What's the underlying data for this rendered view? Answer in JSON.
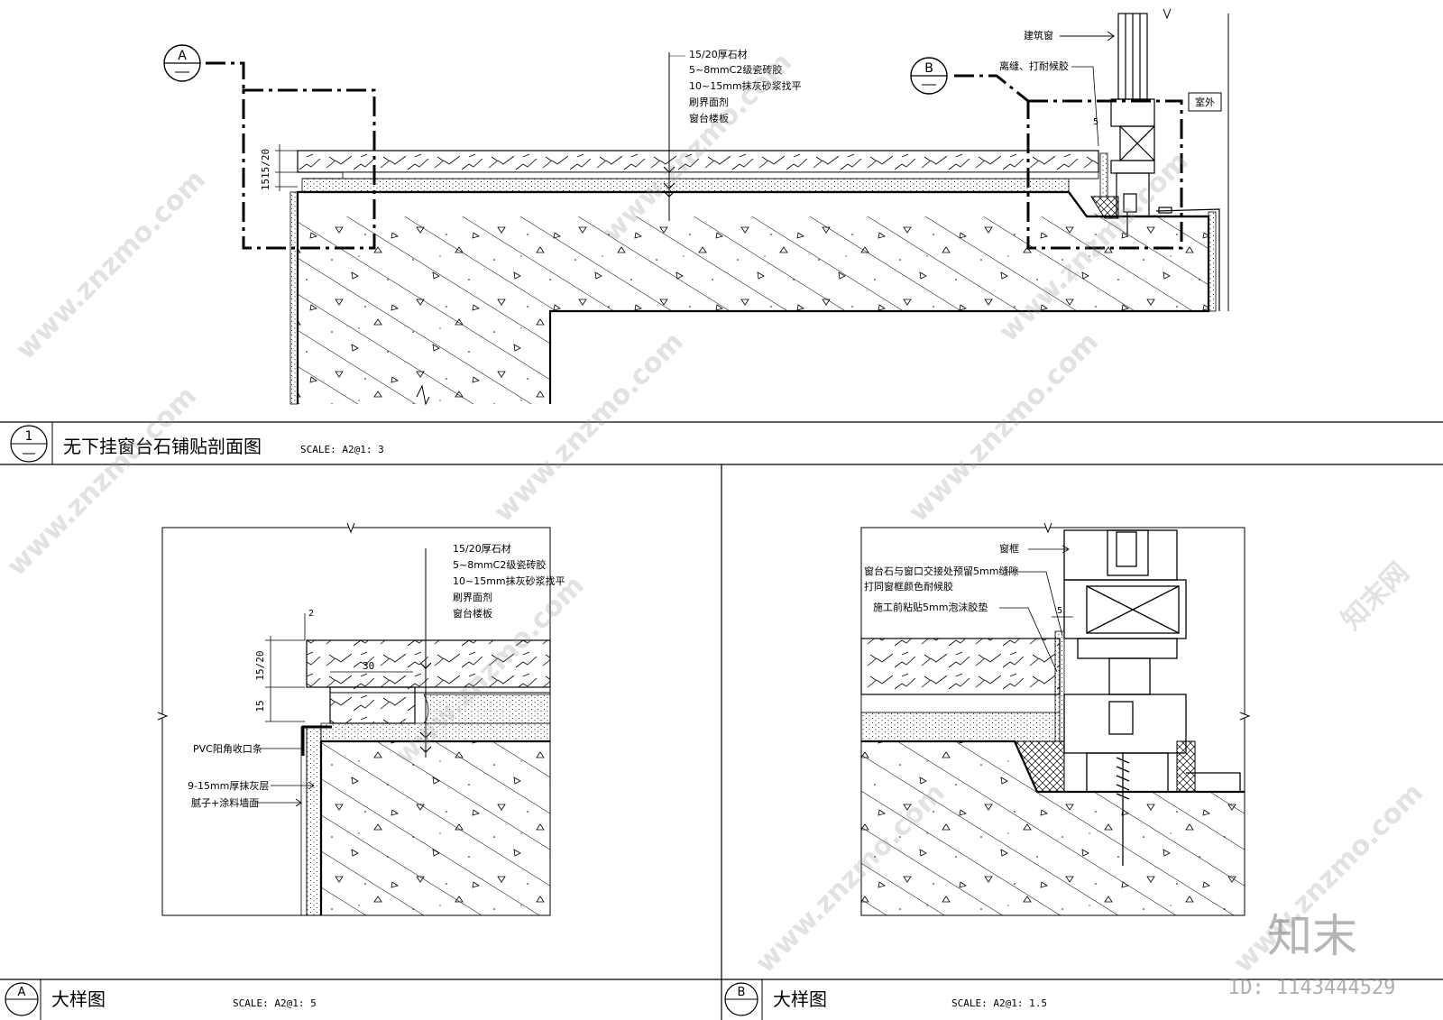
{
  "drawing1": {
    "marker_a": "A",
    "marker_b": "B",
    "labels": [
      "15/20厚石材",
      "5~8mmC2级瓷砖胶",
      "10~15mm抹灰砂浆找平",
      "刷界面剂",
      "窗台楼板"
    ],
    "dim_1515_20": "1515/20",
    "window_label": "建筑窗",
    "sealant_label": "离缝、打耐候胶",
    "outdoor_label": "室外",
    "gap_dim": "5",
    "title_no": "1",
    "title": "无下挂窗台石铺贴剖面图",
    "scale": "SCALE: A2@1: 3"
  },
  "detail_a": {
    "labels": [
      "15/20厚石材",
      "5~8mmC2级瓷砖胶",
      "10~15mm抹灰砂浆找平",
      "刷界面剂",
      "窗台楼板"
    ],
    "dim_top": "2",
    "dim_stone": "15/20",
    "dim_lower": "15",
    "dim_30": "30",
    "side_labels": [
      "PVC阳角收口条",
      "9-15mm厚抹灰层",
      "腻子+涂料墙面"
    ],
    "marker": "A",
    "title": "大样图",
    "scale": "SCALE: A2@1: 5"
  },
  "detail_b": {
    "frame_label": "窗框",
    "note_1": "窗台石与窗口交接处预留5mm缝隙",
    "note_2": "打同窗框颜色耐候胶",
    "note_3": "施工前粘贴5mm泡沫胶垫",
    "gap_dim": "5",
    "marker": "B",
    "title": "大样图",
    "scale": "SCALE: A2@1: 1.5"
  },
  "watermark": {
    "brand": "知末",
    "site": "www.znzmo.com",
    "site_cn": "知末网",
    "id": "ID: 1143444529"
  }
}
